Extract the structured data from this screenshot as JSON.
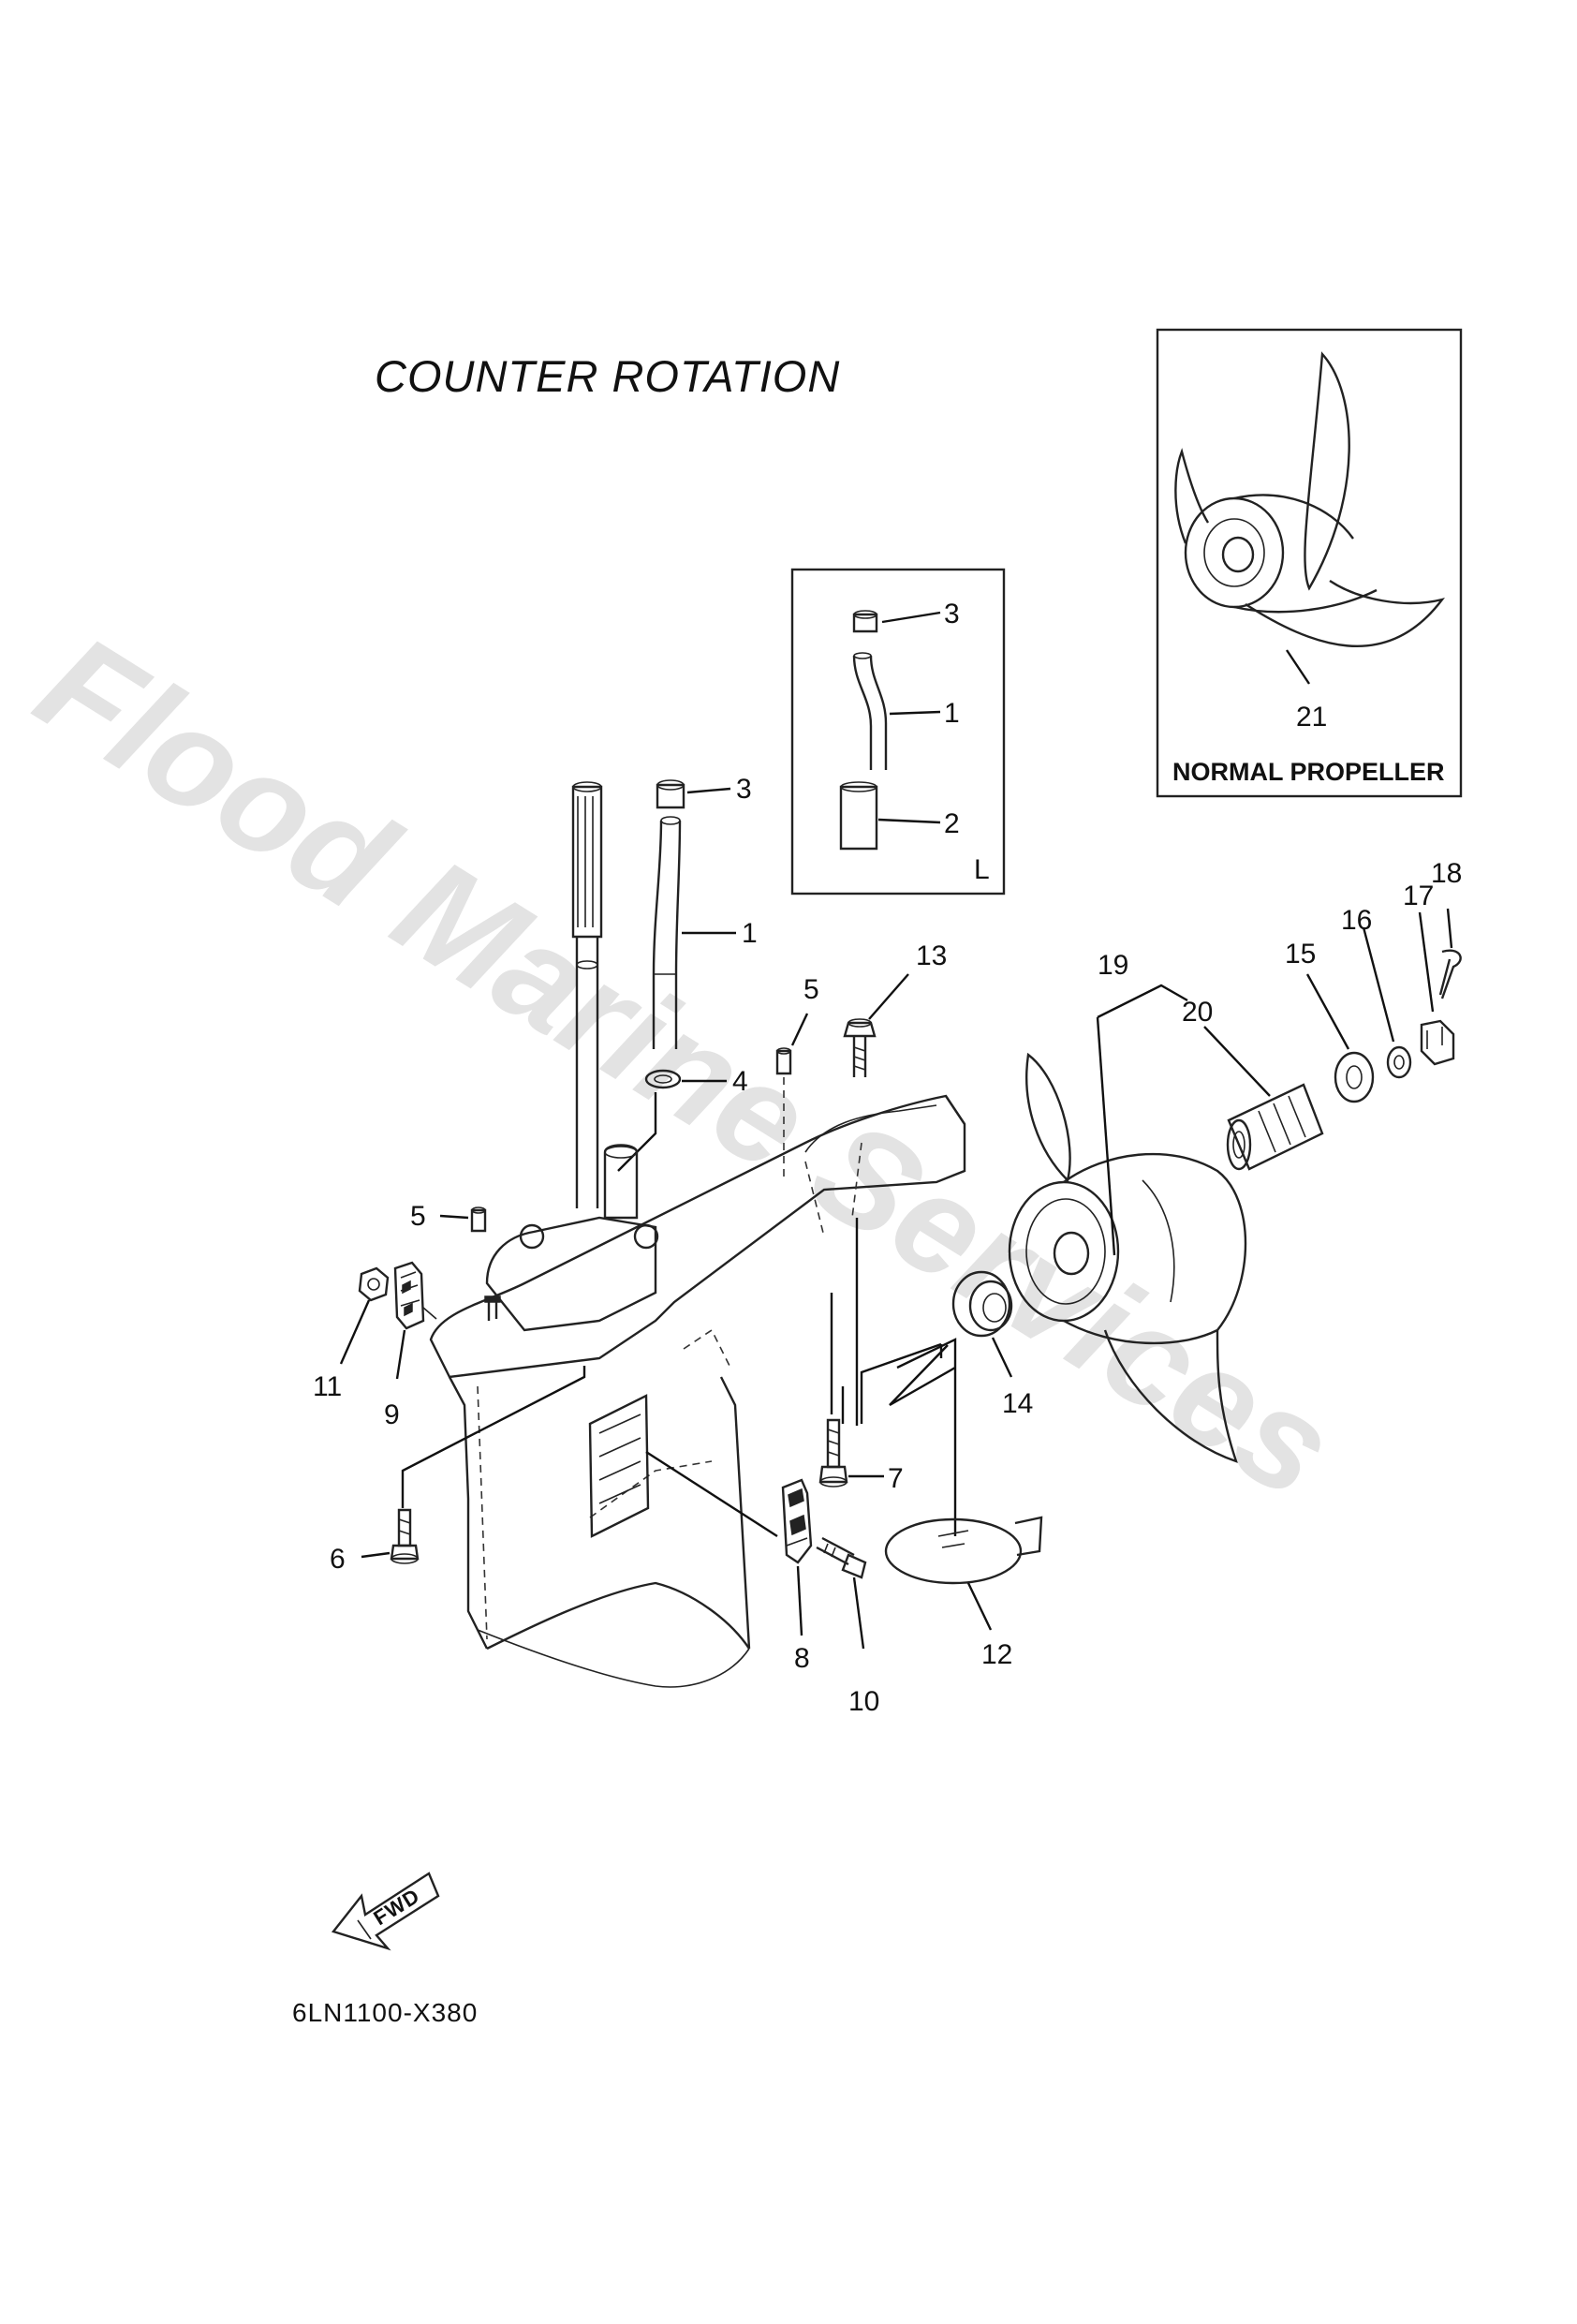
{
  "title": "COUNTER  ROTATION",
  "watermark": "Flood Marine Services",
  "drawing_code": "6LN1100-X380",
  "fwd_label": "FWD",
  "inset_normal": {
    "ref": "21",
    "label": "NORMAL PROPELLER"
  },
  "inset_hose": {
    "corner_label": "L",
    "refs": [
      "3",
      "1",
      "2"
    ]
  },
  "callouts": [
    "3",
    "1",
    "4",
    "5",
    "5",
    "13",
    "11",
    "9",
    "6",
    "7",
    "8",
    "10",
    "12",
    "14",
    "19",
    "20",
    "15",
    "16",
    "17",
    "18"
  ],
  "colors": {
    "line": "#222222",
    "watermark": "#e3e3e3",
    "background": "#ffffff"
  }
}
